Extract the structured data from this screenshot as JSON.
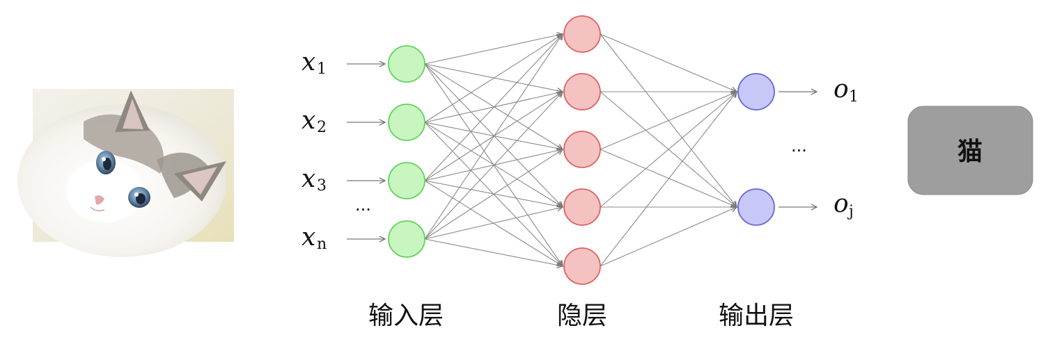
{
  "diagram": {
    "input_image": {
      "subject": "cat-photo"
    },
    "inputs": [
      {
        "symbol": "x",
        "index": "1"
      },
      {
        "symbol": "x",
        "index": "2"
      },
      {
        "symbol": "x",
        "index": "3"
      },
      {
        "symbol": "x",
        "index": "n"
      }
    ],
    "input_ellipsis": "...",
    "outputs": [
      {
        "symbol": "o",
        "index": "1"
      },
      {
        "symbol": "o",
        "index": "j"
      }
    ],
    "output_ellipsis": "...",
    "layer_labels": {
      "input": "输入层",
      "hidden": "隐层",
      "output": "输出层"
    },
    "result_label": "猫",
    "layers": {
      "input_count": 4,
      "hidden_count": 5,
      "output_count": 2
    },
    "colors": {
      "input_fill": "#c8f5c0",
      "input_stroke": "#5fd35a",
      "hidden_fill": "#f5c2c2",
      "hidden_stroke": "#e06060",
      "output_fill": "#c8c8f8",
      "output_stroke": "#6464e0",
      "edge": "#8a8a8a",
      "result_box": "#9e9e9e"
    }
  }
}
